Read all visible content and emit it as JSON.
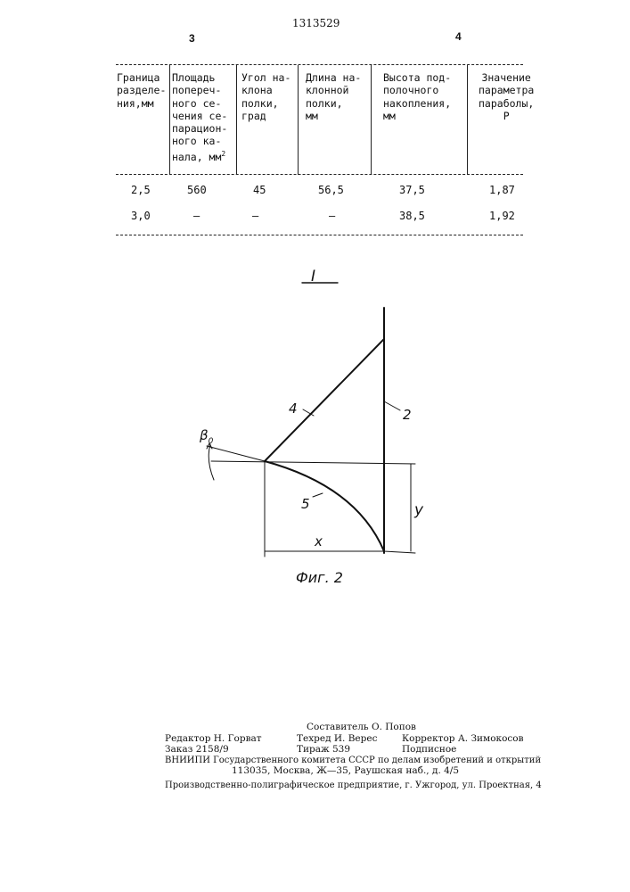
{
  "header": {
    "patent_number": "1313529",
    "left_column": "3",
    "right_column": "4"
  },
  "table": {
    "columns": [
      "Граница\nразделе-\nния,мм",
      "Площадь\nпопереч-\nного се-\nчения се-\nпарацион-\nного ка-\nнала, мм",
      "Угол на-\nклона\nполки,\nград",
      "Длина на-\nклонной\nполки,\nмм",
      "Высота под-\nполочного\nнакопления,\nмм",
      "Значение\nпараметра\nпараболы,\nР"
    ],
    "area_unit_superscript": "2",
    "rows": [
      [
        "2,5",
        "560",
        "45",
        "56,5",
        "37,5",
        "1,87"
      ],
      [
        "3,0",
        "–",
        "–",
        "–",
        "38,5",
        "1,92"
      ]
    ]
  },
  "figure": {
    "view_label": "I",
    "labels": {
      "line_4": "4",
      "line_2": "2",
      "curve_5": "5",
      "x_dim": "x",
      "y_dim": "y",
      "beta": "β",
      "beta_sub": "0"
    },
    "caption": "Фиг. 2"
  },
  "footer": {
    "compiler": "Составитель О. Попов",
    "editor": "Редактор Н. Горват",
    "techred": "Техред И. Верес",
    "corrector": "Корректор А. Зимокосов",
    "order": "Заказ 2158/9",
    "circulation": "Тираж 539",
    "subscription": "Подписное",
    "institute": "ВНИИПИ Государственного комитета СССР по делам изобретений и открытий",
    "address": "113035, Москва, Ж—35, Раушская наб., д. 4/5",
    "printer": "Производственно-полиграфическое предприятие, г. Ужгород, ул. Проектная, 4"
  }
}
